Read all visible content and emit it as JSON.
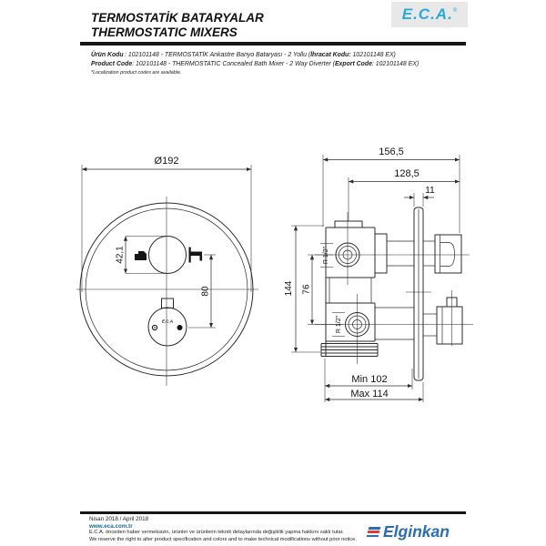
{
  "header": {
    "title_tr": "TERMOSTATİK BATARYALAR",
    "title_en": "THERMOSTATIC MIXERS",
    "brand": "E.C.A.",
    "brand_reg": "®"
  },
  "product": {
    "urun_label": "Ürün Kodu",
    "urun_text": ": 102101148 - TERMOSTATİK Ankastre Banyo Bataryası - 2 Yollu (",
    "ihracat_label": "İhracat Kodu:",
    "ihracat_text": " 102101148 EX)",
    "product_label": "Product Code",
    "product_text": ": 102101148 - THERMOSTATIC Concealed Bath Mixer - 2 Way Diverter (",
    "export_label": "Export Code",
    "export_text": ": 102101148 EX)",
    "note": "*Localization product codes are available."
  },
  "drawing": {
    "front_view": {
      "diameter": "Ø192",
      "handle_size": "42,1",
      "handle_spacing": "80",
      "knob_logo": "E.C.A"
    },
    "side_view": {
      "total_depth": "156,5",
      "depth_to_handle": "128,5",
      "plate_thickness": "11",
      "body_height": "144",
      "port_spacing": "76",
      "top_connection": "R 1/2\"",
      "bottom_connection": "R 1/2\"",
      "min_depth": "Min 102",
      "max_depth": "Max 114"
    }
  },
  "footer": {
    "date": "Nisan 2018 / April 2018",
    "website": "www.eca.com.tr",
    "disclaimer_tr": "E.C.A. önceden haber vermeksizin, ürünler ve ürünlerin teknik detaylarında değişiklik yapma hakkını saklı tutar.",
    "disclaimer_en": "We reserve the right to alter product specification and colors and to make technical modifications without prior notice.",
    "logo_text": "Elginkan"
  },
  "colors": {
    "eca_blue": "#29a9e0",
    "elginkan_blue": "#2a6db4",
    "elginkan_red": "#e03a3e",
    "website_link": "#1b6a96"
  }
}
